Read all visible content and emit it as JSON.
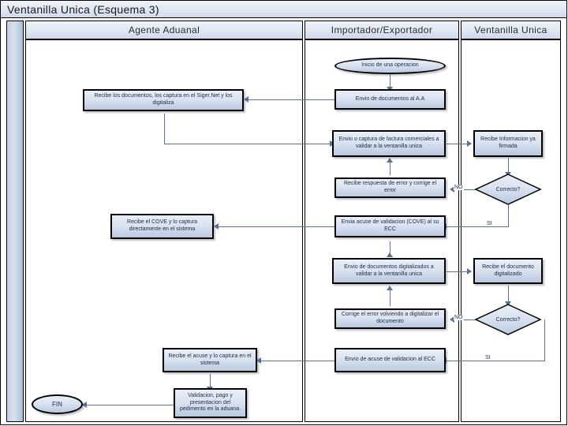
{
  "document": {
    "title": "Ventanilla Unica (Esquema 3)"
  },
  "lanes": [
    {
      "id": "agente",
      "label": "Agente Aduanal"
    },
    {
      "id": "importador",
      "label": "Importador/Exportador"
    },
    {
      "id": "ventanilla",
      "label": "Ventanilla Unica"
    }
  ],
  "nodes": {
    "inicio": {
      "text": "Inicio de una operacion",
      "shape": "terminator",
      "lane": "importador"
    },
    "envio_docs_aa": {
      "text": "Envio de documentos al A.A",
      "shape": "process",
      "lane": "importador"
    },
    "recibe_docs": {
      "text": "Recibe los documentos, los captura en el Siger.Net y los digitaliza",
      "shape": "process",
      "lane": "agente"
    },
    "envio_factura": {
      "text": "Envio o captura de factura comerciales a validar a la ventanilla unica",
      "shape": "process",
      "lane": "importador"
    },
    "recibe_info": {
      "text": "Recibe Informacion ya firmada",
      "shape": "process",
      "lane": "ventanilla"
    },
    "correcto_1": {
      "text": "Correcto?",
      "shape": "decision",
      "lane": "ventanilla"
    },
    "recibe_error": {
      "text": "Recibe respuesta de error y corrige el error",
      "shape": "process",
      "lane": "importador"
    },
    "recibe_cove": {
      "text": "Recibe el COVE y lo captura directamente en el sistema",
      "shape": "process",
      "lane": "agente"
    },
    "envia_cove": {
      "text": "Envia acuse de validacion (COVE) al su ECC",
      "shape": "process",
      "lane": "importador"
    },
    "envio_digital": {
      "text": "Envio de documentos digitalizados a validar a la ventanilla unica",
      "shape": "process",
      "lane": "importador"
    },
    "recibe_digital": {
      "text": "Recibe el documento digitalizado",
      "shape": "process",
      "lane": "ventanilla"
    },
    "correcto_2": {
      "text": "Correcto?",
      "shape": "decision",
      "lane": "ventanilla"
    },
    "corrige_error": {
      "text": "Corrige el error volviendo a digitalizar el documento",
      "shape": "process",
      "lane": "importador"
    },
    "recibe_acuse": {
      "text": "Recibe el acuse y lo captura en el sistema",
      "shape": "process",
      "lane": "agente"
    },
    "envio_acuse": {
      "text": "Envio de acuse de validacion al ECC",
      "shape": "process",
      "lane": "importador"
    },
    "validacion": {
      "text": "Validacion, pago y presentacion del pedimento en la aduana.",
      "shape": "process",
      "lane": "agente"
    },
    "fin": {
      "text": "FIN",
      "shape": "terminator",
      "lane": "agente"
    }
  },
  "edge_labels": {
    "no_1": "NO",
    "si_1": "SI",
    "no_2": "NO",
    "si_2": "SI"
  },
  "colors": {
    "node_fill_top": "#e9eef7",
    "node_fill_bottom": "#b9c9e0",
    "node_border": "#000000",
    "connector": "#5a7094",
    "lane_header": "#e1e9f4",
    "title_bar": "#dfe7f2",
    "spine": "#c3d1e6"
  }
}
